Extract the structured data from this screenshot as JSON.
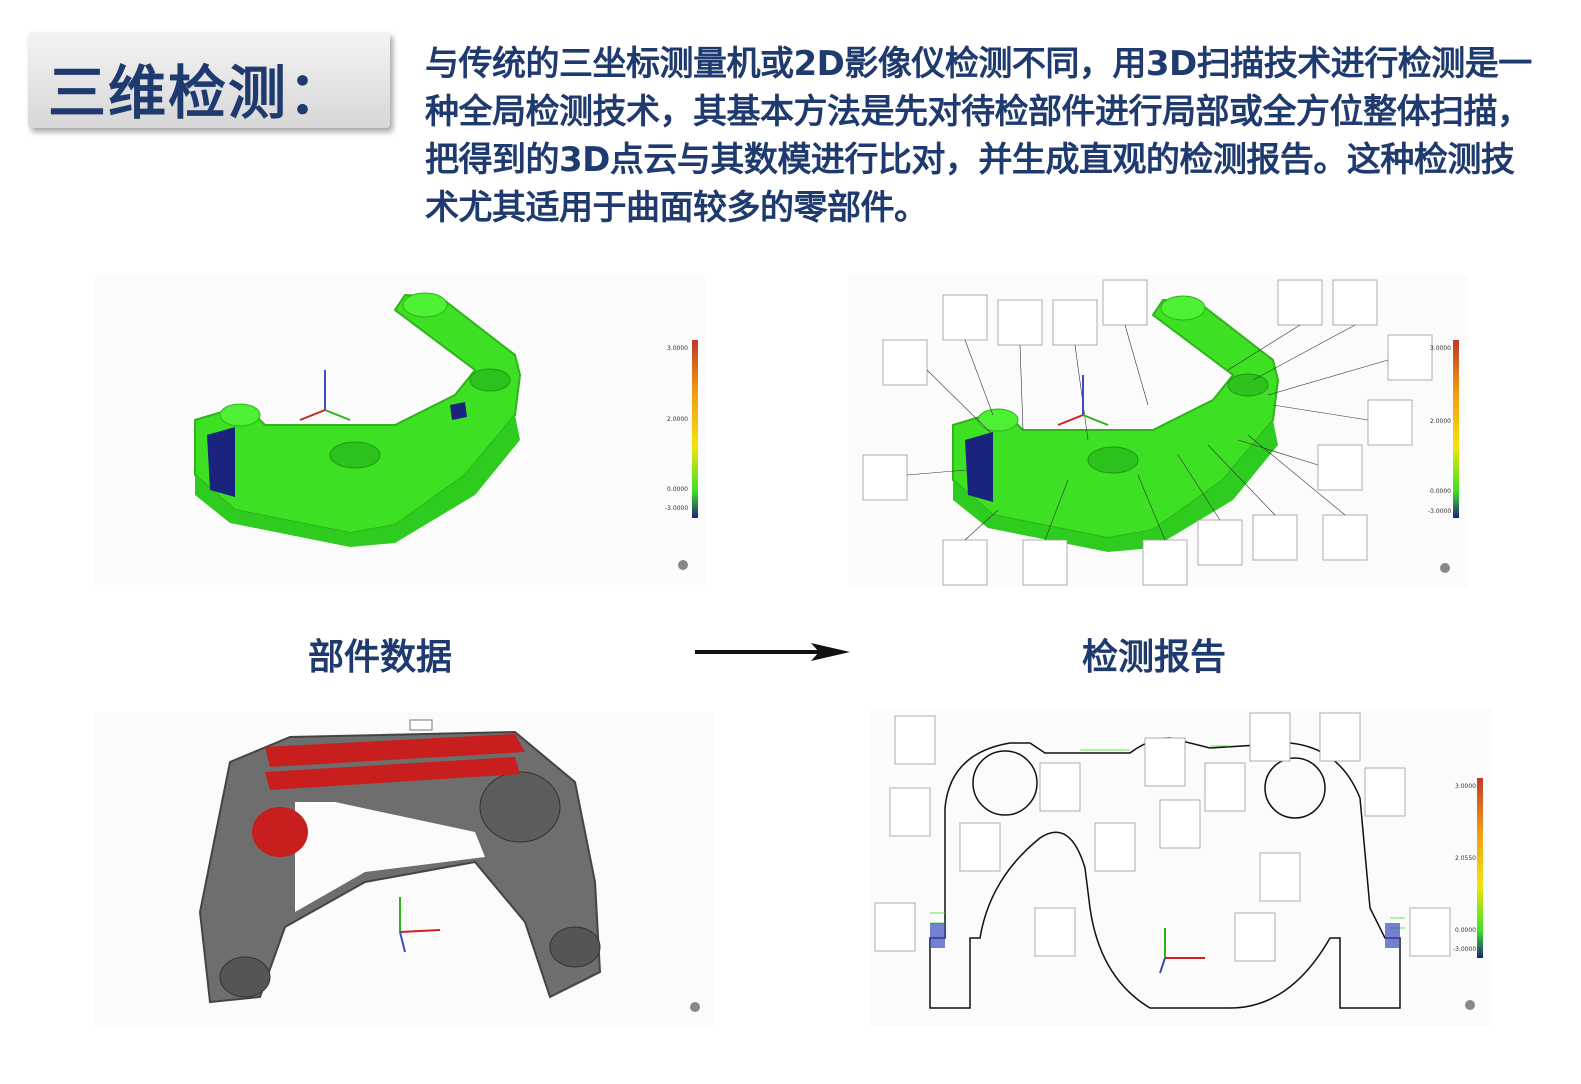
{
  "header": {
    "title": "三维检测：",
    "description": "与传统的三坐标测量机或2D影像仪检测不同，用3D扫描技术进行检测是一种全局检测技术，其基本方法是先对待检部件进行局部或全方位整体扫描，把得到的3D点云与其数模进行比对，并生成直观的检测报告。这种检测技术尤其适用于曲面较多的零部件。"
  },
  "captions": {
    "left": "部件数据",
    "right": "检测报告"
  },
  "colorbar_top_left": {
    "max": "3.0000",
    "mid": "2.0000",
    "low": "0.0000",
    "min": "-3.0000"
  },
  "colorbar_top_right": {
    "max": "3.0000",
    "mid": "2.0000",
    "low": "0.0000",
    "min": "-3.0000"
  },
  "colorbar_bottom_right": {
    "max": "3.0000",
    "mid": "2.0550",
    "low": "0.0000",
    "min": "-3.0000"
  },
  "colors": {
    "accent_text": "#1f3a6e",
    "part_green": "#3ee024",
    "deviation_blue": "#1a237e",
    "highlight_red": "#c81e1e",
    "scan_gray": "#6e6e6e"
  }
}
